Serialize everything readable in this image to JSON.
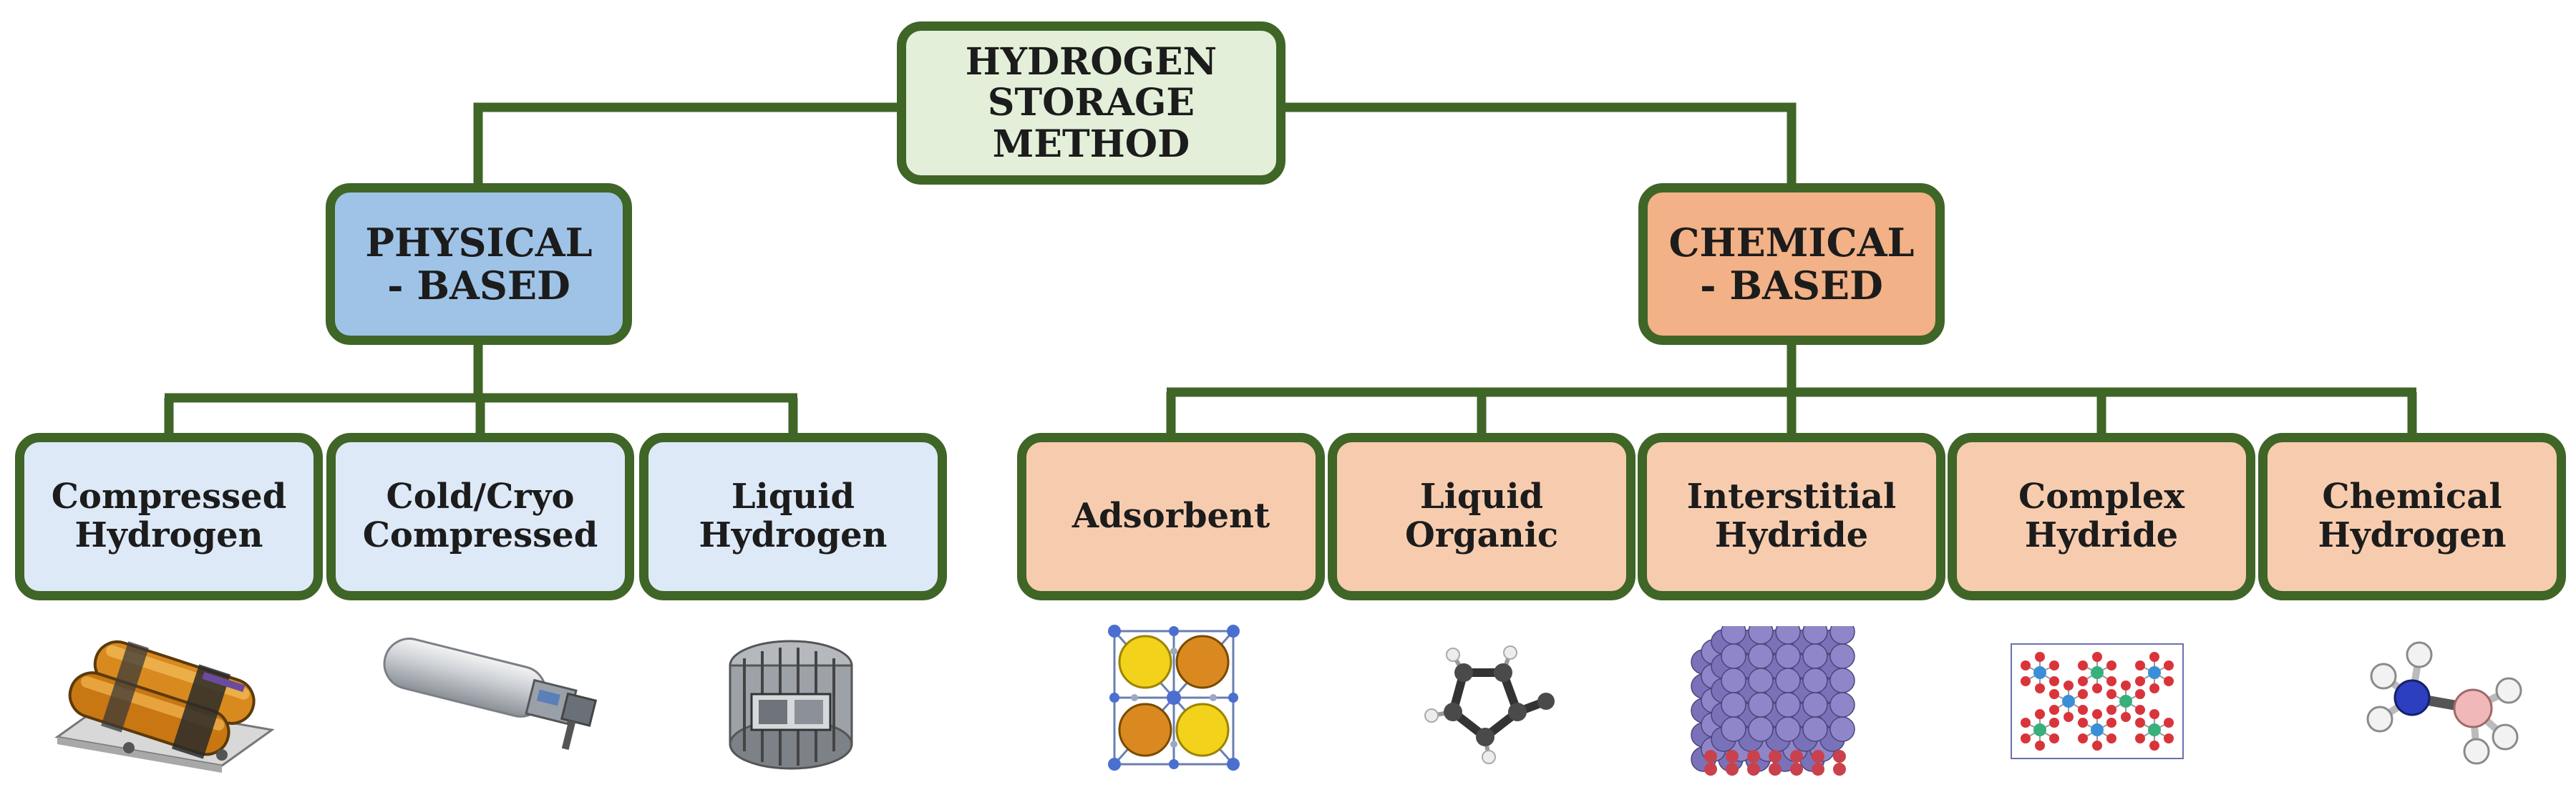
{
  "colors": {
    "border": "#3f6527",
    "root_fill": "#e3efd8",
    "physical_fill": "#9fc3e6",
    "physical_leaf_fill": "#dde9f7",
    "chemical_fill": "#f2b186",
    "chemical_leaf_fill": "#f7ccae"
  },
  "root": {
    "label": "HYDROGEN\nSTORAGE\nMETHOD"
  },
  "physical": {
    "label": "PHYSICAL\n- BASED",
    "methods": [
      {
        "label": "Compressed\nHydrogen",
        "image": "compressed-hydrogen-tank-image"
      },
      {
        "label": "Cold/Cryo\nCompressed",
        "image": "cryo-compressed-tank-image"
      },
      {
        "label": "Liquid\nHydrogen",
        "image": "liquid-hydrogen-tank-image"
      }
    ]
  },
  "chemical": {
    "label": "CHEMICAL\n- BASED",
    "methods": [
      {
        "label": "Adsorbent",
        "image": "mof-framework-image"
      },
      {
        "label": "Liquid\nOrganic",
        "image": "organic-ring-molecule-image"
      },
      {
        "label": "Interstitial\nHydride",
        "image": "metal-lattice-image"
      },
      {
        "label": "Complex\nHydride",
        "image": "complex-hydride-crystal-image"
      },
      {
        "label": "Chemical\nHydrogen",
        "image": "ammonia-borane-molecule-image"
      }
    ]
  }
}
